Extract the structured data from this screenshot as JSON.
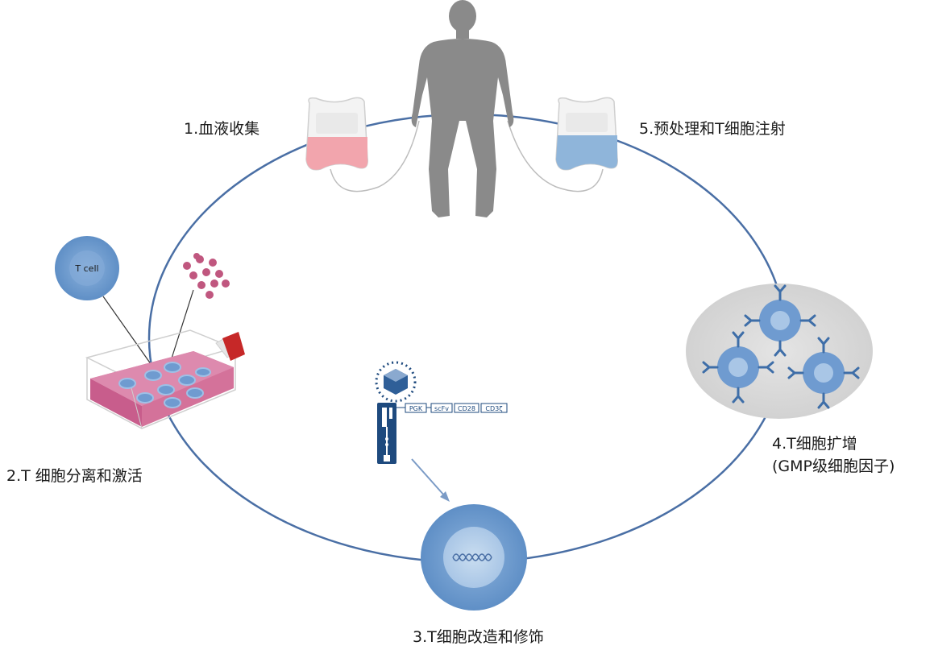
{
  "steps": [
    {
      "id": "step1",
      "label": "1.血液收集"
    },
    {
      "id": "step2",
      "label": "2.T 细胞分离和激活"
    },
    {
      "id": "step3",
      "label": "3.T细胞改造和修饰"
    },
    {
      "id": "step4",
      "label": "4.T细胞扩增\n(GMP级细胞因子)"
    },
    {
      "id": "step5",
      "label": "5.预处理和T细胞注射"
    }
  ],
  "tcell_callout": "T cell",
  "vector_segments": [
    "PGK",
    "scFv",
    "CD28",
    "CD3ζ"
  ],
  "colors": {
    "cycle_line": "#4a6fa5",
    "cell_blue": "#6f9bd0",
    "cell_dark": "#1e4a7e",
    "blood_red": "#f2a5ad",
    "infuse_blue": "#8fb5da",
    "flask_pink": "#d4729a",
    "human_gray": "#8a8a8a"
  }
}
